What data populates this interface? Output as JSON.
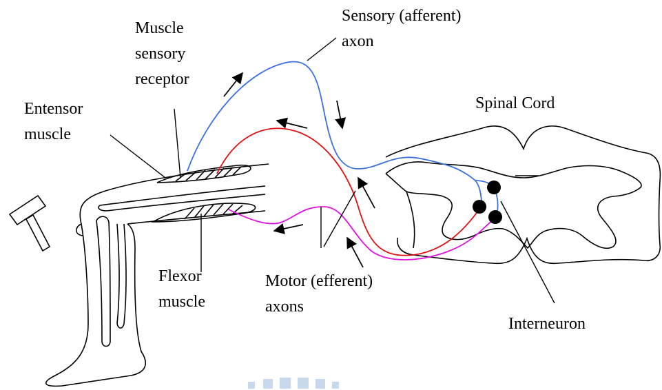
{
  "labels": {
    "muscle_sensory_receptor": [
      "Muscle",
      "sensory",
      "receptor"
    ],
    "sensory_axon": [
      "Sensory (afferent)",
      "axon"
    ],
    "extensor_muscle": [
      "Entensor",
      "muscle"
    ],
    "spinal_cord": "Spinal Cord",
    "flexor_muscle": [
      "Flexor",
      "muscle"
    ],
    "motor_axons": [
      "Motor (efferent)",
      "axons"
    ],
    "interneuron": "Interneuron"
  },
  "colors": {
    "sensory_axon": "#3b6fe0",
    "motor_axon_extensor": "#e01010",
    "motor_axon_flexor": "#e010e0",
    "outline": "#000000",
    "watermark": "#c8d8ec"
  }
}
